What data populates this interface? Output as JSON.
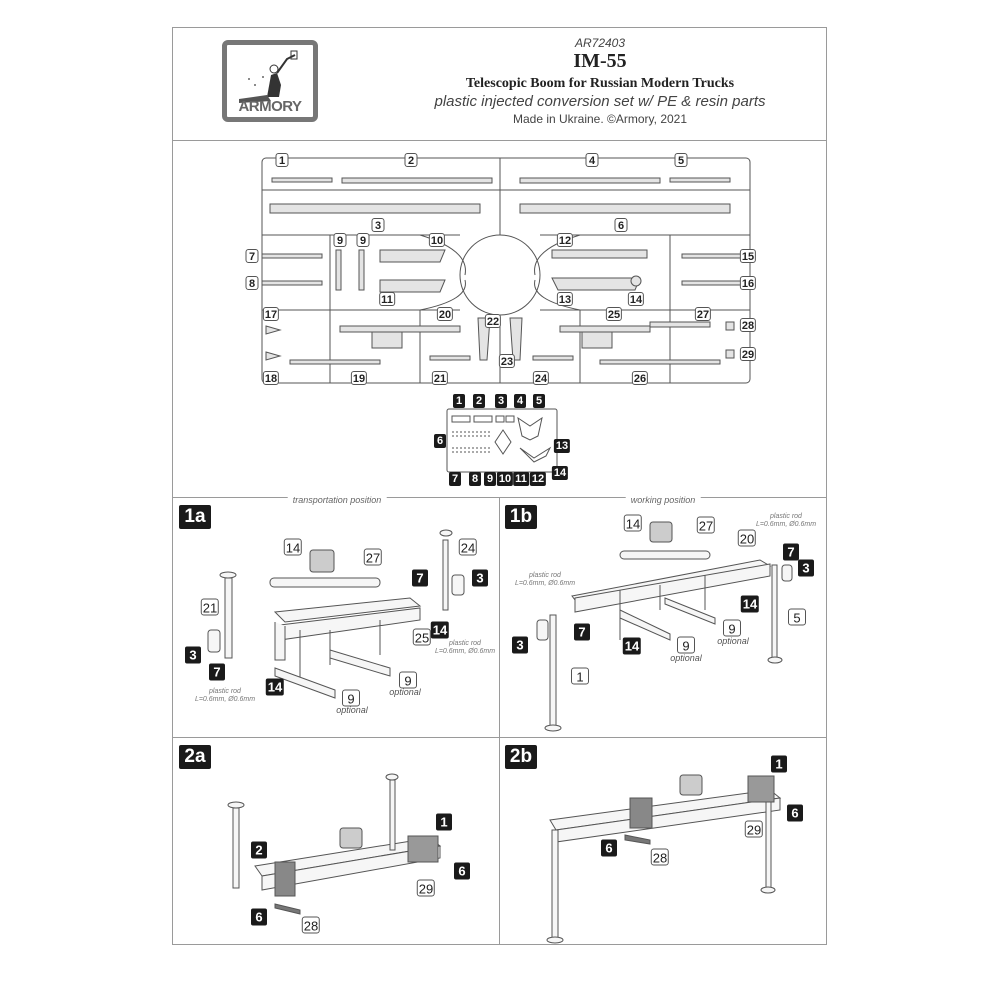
{
  "header": {
    "logo_text": "ARMORY",
    "code": "AR72403",
    "title": "IM-55",
    "subtitle": "Telescopic Boom for Russian Modern Trucks",
    "description": "plastic injected conversion set  w/ PE & resin parts",
    "made_in": "Made in Ukraine. ©Armory, 2021"
  },
  "sprue": {
    "parts": [
      "1",
      "2",
      "4",
      "5",
      "3",
      "6",
      "7",
      "9",
      "9",
      "10",
      "12",
      "15",
      "8",
      "11",
      "13",
      "14",
      "16",
      "17",
      "20",
      "22",
      "25",
      "27",
      "28",
      "18",
      "19",
      "21",
      "23",
      "24",
      "26",
      "29"
    ]
  },
  "pe_fret": {
    "parts": [
      "1",
      "2",
      "3",
      "4",
      "5",
      "6",
      "13",
      "7",
      "8",
      "9",
      "10",
      "11",
      "12",
      "14"
    ]
  },
  "steps": {
    "s1a": {
      "label": "1a",
      "caption": "transportation position",
      "callouts": [
        "14",
        "27",
        "24",
        "7",
        "3",
        "21",
        "14",
        "25",
        "3",
        "7",
        "14",
        "9",
        "9"
      ],
      "rod_note_line1": "plastic rod",
      "rod_note_line2": "L=0.6mm, Ø0.6mm",
      "optional": "optional"
    },
    "s1b": {
      "label": "1b",
      "caption": "working position",
      "callouts": [
        "14",
        "27",
        "20",
        "7",
        "3",
        "14",
        "5",
        "7",
        "3",
        "14",
        "9",
        "9",
        "1"
      ],
      "rod_note_line1": "plastic rod",
      "rod_note_line2": "L=0.6mm, Ø0.6mm",
      "optional": "optional"
    },
    "s2a": {
      "label": "2a",
      "callouts": [
        "1",
        "2",
        "6",
        "29",
        "6",
        "28"
      ]
    },
    "s2b": {
      "label": "2b",
      "callouts": [
        "1",
        "6",
        "29",
        "6",
        "28"
      ]
    }
  }
}
